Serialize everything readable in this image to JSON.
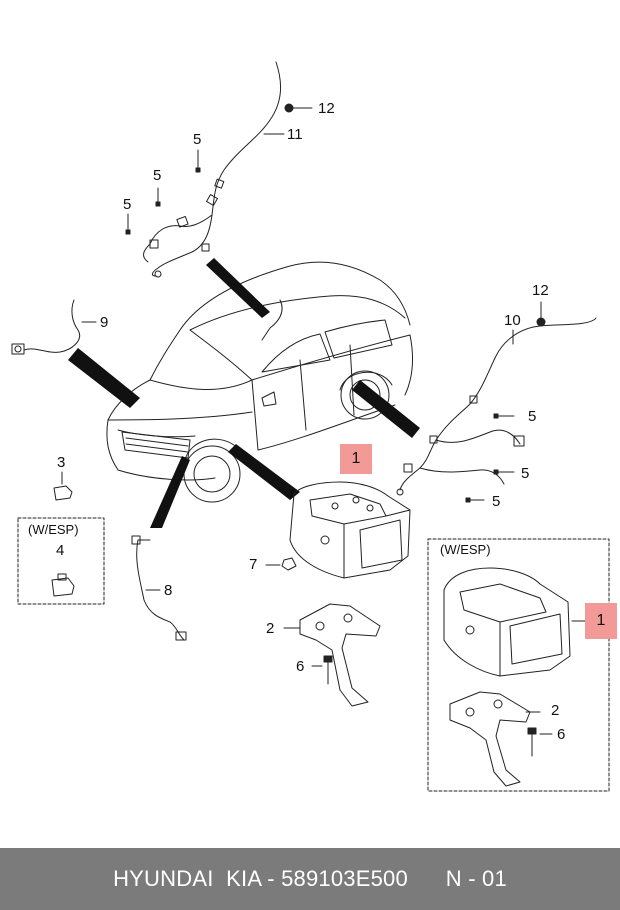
{
  "callouts": {
    "c12_top": "12",
    "c11": "11",
    "c5_a": "5",
    "c5_b": "5",
    "c5_c": "5",
    "c9": "9",
    "c12_right": "12",
    "c10": "10",
    "c5_d": "5",
    "c5_e": "5",
    "c5_f": "5",
    "c3": "3",
    "c4": "4",
    "c8": "8",
    "c7": "7",
    "c2": "2",
    "c6": "6",
    "c1_main": "1",
    "c1_esp": "1",
    "c2_esp": "2",
    "c6_esp": "6"
  },
  "boxes": {
    "left_tag": "(W/ESP)",
    "right_tag": "(W/ESP)"
  },
  "footer": {
    "brand": "HYUNDAI  KIA - 589103E500",
    "page": "N - 01"
  },
  "colors": {
    "highlight": "#f19a98",
    "footer_bg": "#7b7b7b",
    "line": "#222222"
  }
}
